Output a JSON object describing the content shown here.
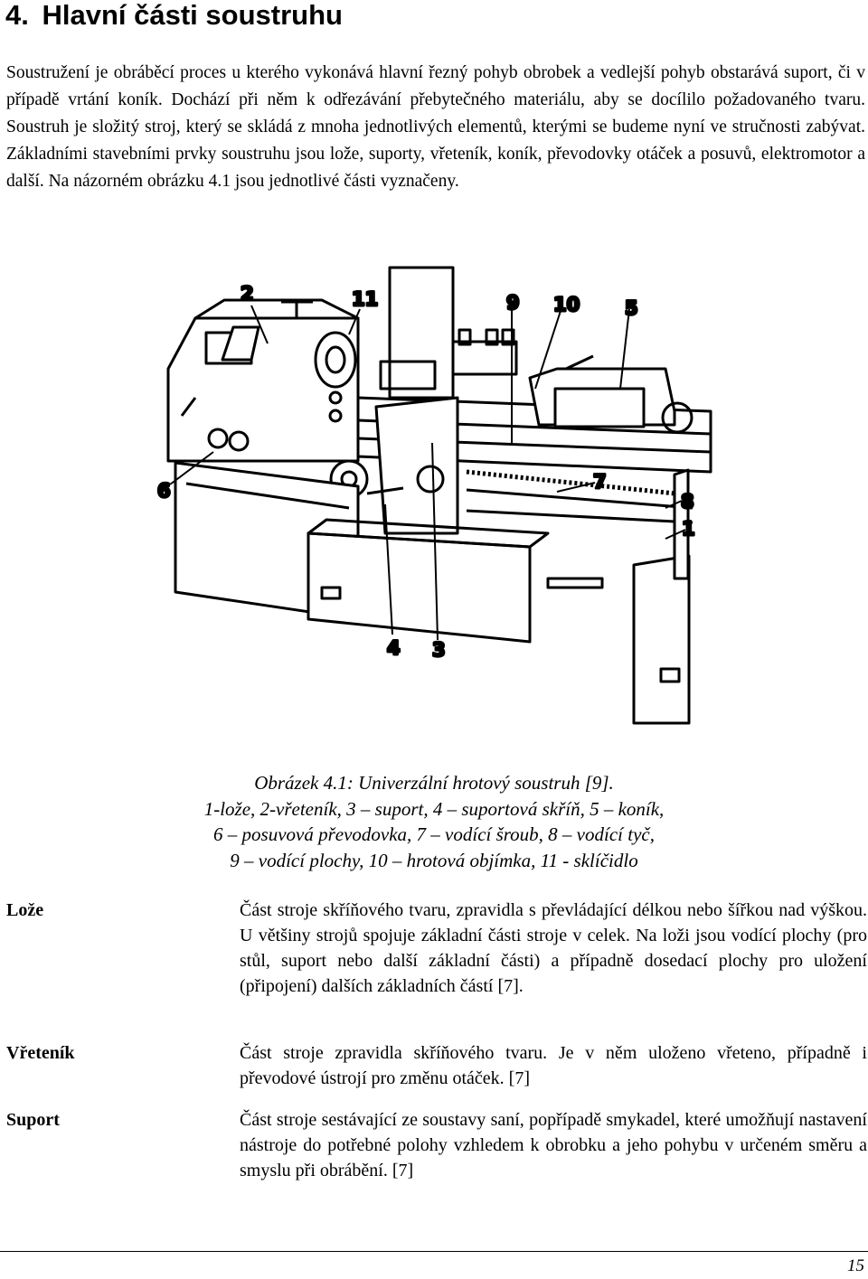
{
  "heading": {
    "number": "4.",
    "title": "Hlavní části soustruhu"
  },
  "intro": "Soustružení je obráběcí proces u kterého vykonává hlavní řezný pohyb obrobek a vedlejší pohyb obstarává suport, či v případě vrtání koník. Dochází při něm k odřezávání přebytečného materiálu, aby se docílilo požadovaného tvaru. Soustruh je složitý stroj, který se skládá z mnoha jednotlivých elementů, kterými se budeme nyní ve stručnosti zabývat. Základními stavebními prvky soustruhu jsou lože, suporty, vřeteník, koník, převodovky otáček a posuvů, elektromotor a další. Na názorném obrázku 4.1 jsou jednotlivé části vyznačeny.",
  "figure": {
    "labels": [
      "2",
      "11",
      "9",
      "10",
      "5",
      "6",
      "7",
      "8",
      "1",
      "4",
      "3"
    ],
    "caption": [
      "Obrázek 4.1: Univerzální hrotový soustruh [9].",
      "1-lože, 2-vřeteník, 3 – suport, 4 – suportová skříň, 5 – koník,",
      "6 – posuvová převodovka, 7 – vodící šroub, 8 – vodící tyč,",
      "9 – vodící plochy, 10 – hrotová objímka, 11 - sklíčidlo"
    ]
  },
  "definitions": [
    {
      "term": "Lože",
      "text": "Část stroje skříňového tvaru, zpravidla s převládající délkou nebo šířkou nad výškou. U většiny strojů spojuje základní části stroje v celek. Na loži jsou vodící plochy (pro stůl, suport nebo další základní části) a případně dosedací plochy pro uložení (připojení) dalších základních částí [7]."
    },
    {
      "term": "Vřeteník",
      "text": "Část stroje zpravidla skříňového tvaru. Je v něm uloženo vřeteno, případně i převodové ústrojí pro změnu otáček. [7]"
    },
    {
      "term": "Suport",
      "text": "Část stroje sestávající ze soustavy saní, popřípadě smykadel, které umožňují nastavení nástroje do potřebné polohy vzhledem k obrobku a jeho pohybu v určeném směru a smyslu při obrábění. [7]"
    }
  ],
  "page_number": "15"
}
